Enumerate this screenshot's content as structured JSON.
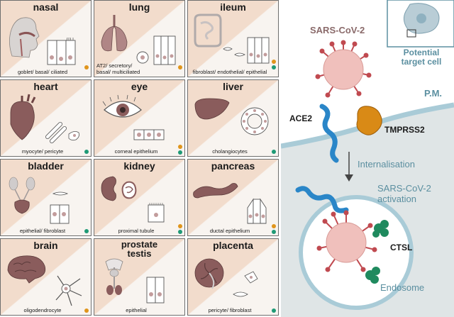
{
  "tiles": [
    {
      "id": "nasal",
      "title": "nasal",
      "caption": "goblet/ basal/ ciliated",
      "markers": [
        "orange"
      ]
    },
    {
      "id": "lung",
      "title": "lung",
      "caption": "AT2/ secretory/ basal/ multiciliated",
      "markers": [
        "orange"
      ]
    },
    {
      "id": "ileum",
      "title": "ileum",
      "caption": "fibroblast/ endothelial/ epithelial",
      "markers": [
        "orange",
        "green"
      ]
    },
    {
      "id": "heart",
      "title": "heart",
      "caption": "myocyte/ pericyte",
      "markers": [
        "green"
      ]
    },
    {
      "id": "eye",
      "title": "eye",
      "caption": "corneal epithelium",
      "markers": [
        "orange",
        "green"
      ]
    },
    {
      "id": "liver",
      "title": "liver",
      "caption": "cholangiocytes",
      "markers": [
        "green"
      ]
    },
    {
      "id": "bladder",
      "title": "bladder",
      "caption": "epithelial/ fibroblast",
      "markers": [
        "green"
      ]
    },
    {
      "id": "kidney",
      "title": "kidney",
      "caption": "proximal tubule",
      "markers": [
        "orange",
        "green"
      ]
    },
    {
      "id": "pancreas",
      "title": "pancreas",
      "caption": "ductal epithelium",
      "markers": [
        "orange",
        "green"
      ]
    },
    {
      "id": "brain",
      "title": "brain",
      "caption": "oligodendrocyte",
      "markers": [
        "orange"
      ]
    },
    {
      "id": "prostate-testis",
      "title_line1": "prostate",
      "title_line2": "testis",
      "caption": "epithelial",
      "markers": []
    },
    {
      "id": "placenta",
      "title": "placenta",
      "caption": "pericyte/ fibroblast",
      "markers": [
        "green"
      ]
    }
  ],
  "panel": {
    "virus_label": "SARS-CoV-2",
    "inset_label_line1": "Potential",
    "inset_label_line2": "target cell",
    "membrane_label": "P.M.",
    "ace2_label": "ACE2",
    "tmprss2_label": "TMPRSS2",
    "process_label": "Internalisation",
    "activation_line1": "SARS-CoV-2",
    "activation_line2": "activation",
    "ctsl_label": "CTSL",
    "endosome_label": "Endosome"
  },
  "colors": {
    "tile_bg_upper": "#f2dccc",
    "tile_bg_lower": "#f8f4f0",
    "organ": "#7a5555",
    "virus": "#f0c0bc",
    "virus_spike": "#c04a50",
    "ace2": "#2a86c8",
    "tmprss2": "#d98a16",
    "ctsl": "#1f8a5e",
    "membrane": "#a9cbd7",
    "teal_text": "#5b8fa0",
    "virus_text": "#8a6a6a",
    "marker_orange": "#e0951c",
    "marker_green": "#1f9a76"
  }
}
